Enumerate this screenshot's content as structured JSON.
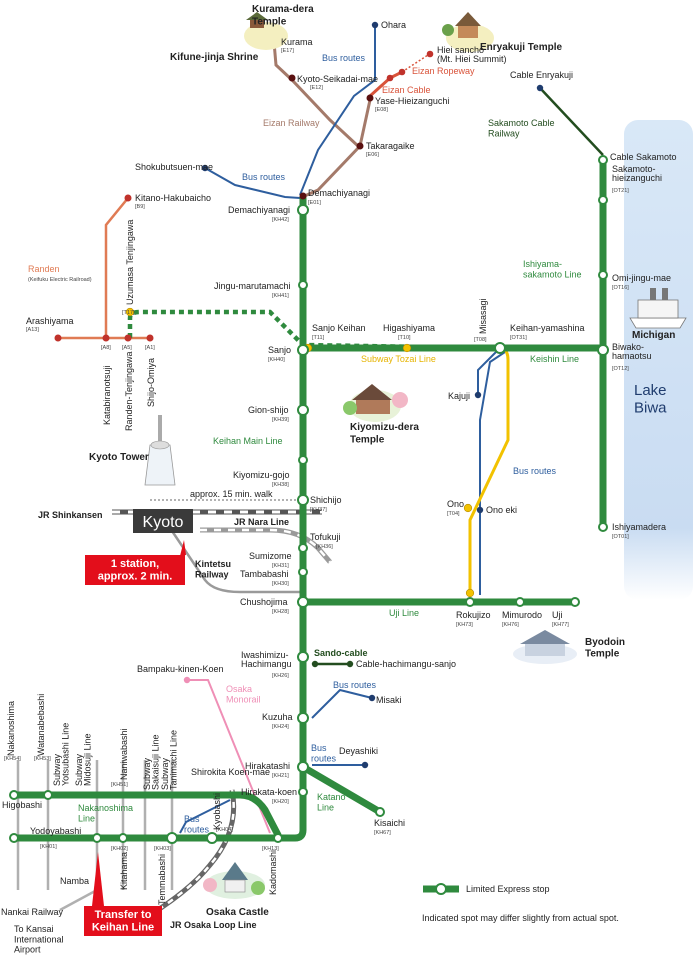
{
  "landmarks": {
    "kurama_dera": "Kurama-dera\nTemple",
    "kifune": "Kifune-jinja Shrine",
    "enryakuji": "Enryakuji Temple",
    "kiyomizu": "Kiyomizu-dera\nTemple",
    "kyoto_tower": "Kyoto Tower",
    "byodoin": "Byodoin\nTemple",
    "osaka_castle": "Osaka Castle",
    "lake_biwa": "Lake\nBiwa",
    "michigan": "Michigan"
  },
  "lines": {
    "eizan_railway": "Eizan Railway",
    "eizan_cable": "Eizan Cable",
    "eizan_ropeway": "Eizan Ropeway",
    "sakamoto_cable": "Sakamoto Cable\nRailway",
    "randen": "Randen",
    "randen_sub": "(Keifuku Electric Railroad)",
    "keihan_main": "Keihan Main Line",
    "subway_tozai": "Subway Tozai Line",
    "keishin": "Keishin Line",
    "ishiyama_sakamoto": "Ishiyama-\nsakamoto Line",
    "uji": "Uji Line",
    "sando_cable": "Sando-cable",
    "osaka_monorail": "Osaka\nMonorail",
    "katano": "Katano\nLine",
    "nakanoshima": "Nakanoshima\nLine",
    "jr_nara": "JR Nara Line",
    "jr_shinkansen": "JR Shinkansen",
    "kintetsu": "Kintetsu\nRailway",
    "jr_osaka_loop": "JR Osaka Loop Line",
    "nankai": "Nankai Railway",
    "to_kansai": "To Kansai\nInternational\nAirport",
    "bus_routes": "Bus routes",
    "bus_routes2": "Bus\nroutes"
  },
  "stations": {
    "ohara": "Ohara",
    "kurama": "Kurama",
    "kurama_c": "[E17]",
    "kyoto_seikadai": "Kyoto-Seikadai-mae",
    "kyoto_seikadai_c": "[E12]",
    "hiei_sancho": "Hiei sancho\n(Mt. Hiei Summit)",
    "yase": "Yase-Hieizanguchi",
    "yase_c": "[E08]",
    "cable_enryakuji": "Cable Enryakuji",
    "takaragaike": "Takaragaike",
    "takaragaike_c": "[E06]",
    "shokubutsuen": "Shokubutsuen-mae",
    "demachiyanagi_e": "Demachiyanagi",
    "demachiyanagi_e_c": "[E01]",
    "demachiyanagi": "Demachiyanagi",
    "demachiyanagi_c": "[KH42]",
    "kitano": "Kitano-Hakubaicho",
    "kitano_c": "[B9]",
    "uzumasa": "Uzumasa Tenjingawa",
    "uzumasa_c": "[T17]",
    "jingu": "Jingu-marutamachi",
    "jingu_c": "[KH41]",
    "arashiyama": "Arashiyama",
    "arashiyama_c": "[A13]",
    "katabira": "Katabiranotsuji",
    "katabira_c": "[A8]",
    "randen_tenjin": "Randen-Tenjingawa",
    "randen_tenjin_c": "[A5]",
    "shijo_omiya": "Shijo-Omiya",
    "shijo_omiya_c": "[A1]",
    "sanjo_keihan": "Sanjo Keihan",
    "sanjo_keihan_c": "[T11]",
    "higashiyama": "Higashiyama",
    "higashiyama_c": "[T10]",
    "misasagi": "Misasagi",
    "misasagi_c": "[T08]",
    "keihan_yamashina": "Keihan-yamashina",
    "keihan_yamashina_c": "[OT31]",
    "sanjo": "Sanjo",
    "sanjo_c": "[KH40]",
    "cable_sakamoto": "Cable Sakamoto",
    "sakamoto_hz": "Sakamoto-\nhieizanguchi",
    "sakamoto_hz_c": "[OT21]",
    "omi_jingu": "Omi-jingu-mae",
    "omi_jingu_c": "[OT16]",
    "biwako": "Biwako-\nhamaotsu",
    "biwako_c": "[OT12]",
    "kajuji": "Kajuji",
    "gion": "Gion-shijo",
    "gion_c": "[KH39]",
    "kiyomizu_gojo": "Kiyomizu-gojo",
    "kiyomizu_gojo_c": "[KH38]",
    "shichijo": "Shichijo",
    "shichijo_c": "[KH37]",
    "walk": "approx. 15 min. walk",
    "kyoto": "Kyoto",
    "ono": "Ono",
    "ono_c": "[T04]",
    "ono_eki": "Ono eki",
    "ishiyamadera": "Ishiyamadera",
    "ishiyamadera_c": "[OT01]",
    "tofukuji": "Tofukuji",
    "tofukuji_c": "[KH36]",
    "sumizome": "Sumizome",
    "sumizome_c": "[KH31]",
    "tambabashi": "Tambabashi",
    "tambabashi_c": "[KH30]",
    "chushojima": "Chushojima",
    "chushojima_c": "[KH28]",
    "rokujizo": "Rokujizo",
    "rokujizo_c": "[KH73]",
    "mimurodo": "Mimurodo",
    "mimurodo_c": "[KH76]",
    "uji_st": "Uji",
    "uji_c": "[KH77]",
    "iwashimizu": "Iwashimizu-\nHachimangu",
    "iwashimizu_c": "[KH26]",
    "cable_hachiman": "Cable-hachimangu-sanjo",
    "bampaku": "Bampaku-kinen-Koen",
    "kuzuha": "Kuzuha",
    "kuzuha_c": "[KH24]",
    "misaki": "Misaki",
    "deyashiki": "Deyashiki",
    "hirakatashi": "Hirakatashi",
    "hirakatashi_c": "[KH21]",
    "hirakata_koen": "Hirakata-koen",
    "hirakata_koen_c": "[KH20]",
    "kisaichi": "Kisaichi",
    "kisaichi_c": "[KH67]",
    "shirokita": "Shirokita Koen-mae",
    "nakanoshima_st": "Nakanoshima",
    "nakanoshima_c": "[KH54]",
    "watanabebashi": "Watanabebashi",
    "watanabebashi_c": "[KH53]",
    "subway_yotsubashi": "Subway\nYotsubashi Line",
    "subway_midosuji": "Subway\nMidosuji Line",
    "naniwabashi": "Naniwabashi",
    "naniwabashi_c": "[KH51]",
    "subway_sakaisuji": "Subway\nSakaisuji Line",
    "subway_tanimachi": "Subway\nTanimachi Line",
    "higobashi": "Higobashi",
    "yodoyabashi": "Yodoyabashi",
    "yodoyabashi_c": "[KH01]",
    "kitahama_c": "[KH02]",
    "kitahama": "Kitahama",
    "temmabashi_c": "[KH03]",
    "temmabashi": "Temmabashi",
    "kyobashi_c": "[KH04]",
    "kyobashi": "Kyobashi",
    "kadomashi_c": "[KH13]",
    "kadomashi": "Kadomashi",
    "namba": "Namba"
  },
  "callouts": {
    "one_station": "1 station,\napprox. 2 min.",
    "transfer": "Transfer to\nKeihan Line"
  },
  "legend": {
    "limited_express": "Limited Express stop",
    "note": "Indicated spot may differ slightly from actual spot."
  },
  "colors": {
    "keihan": "#2f8a3e",
    "eizan": "#a47a6a",
    "ropeway": "#d9533a",
    "randen": "#e07b54",
    "tozai": "#f2c200",
    "bus": "#2e5e9e",
    "sakamoto_cable": "#234d1f",
    "monorail": "#ef8fb6",
    "jr_gray": "#9a9a9a",
    "callout_red": "#e30e1b",
    "lake": "#cfe2f5"
  }
}
